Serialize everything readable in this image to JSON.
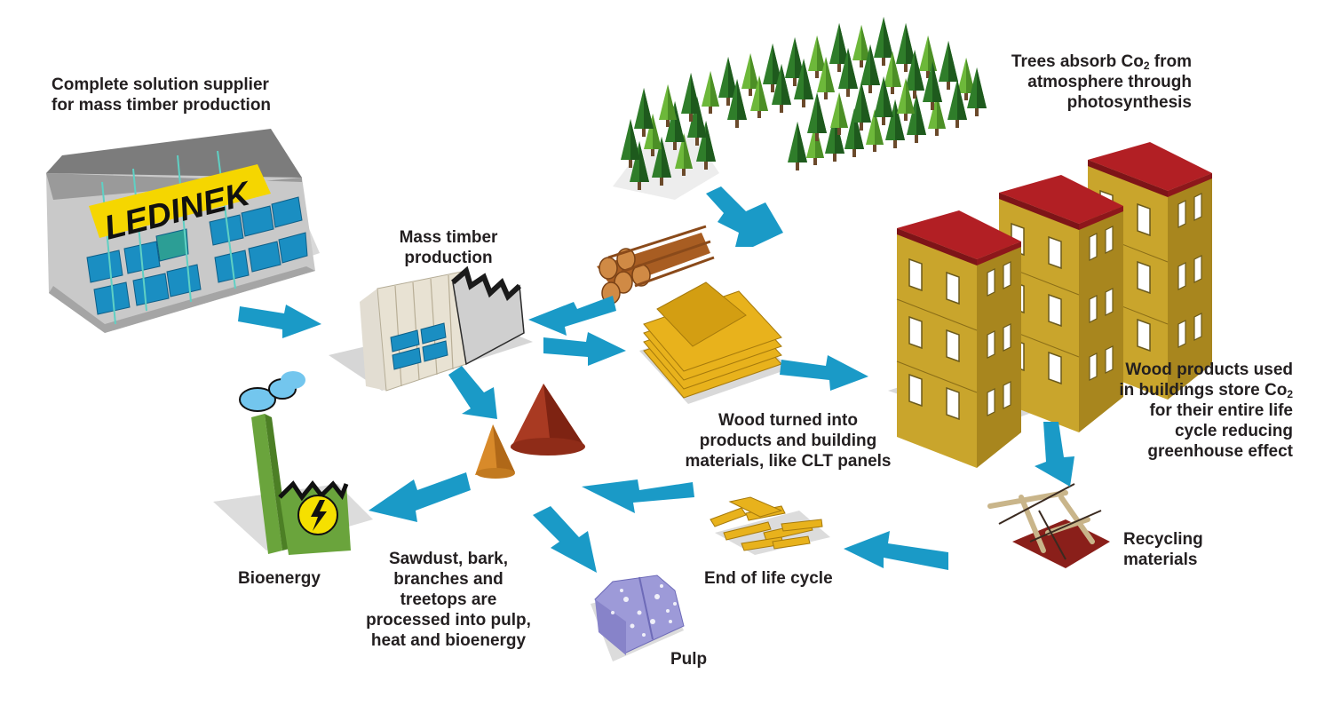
{
  "brand": {
    "logo_text": "LEDINEK"
  },
  "colors": {
    "arrow": "#1a9ac7",
    "roof": "#b21f24",
    "building_wall": "#c9a52c",
    "panel": "#e8b21c",
    "log": "#c8772f",
    "pulp": "#9d9ad8",
    "chimney": "#6aa43c",
    "window": "#1a8ec2"
  },
  "labels": {
    "supplier": [
      "Complete solution supplier",
      "for mass timber production"
    ],
    "mass_timber": [
      "Mass timber",
      "production"
    ],
    "trees": {
      "line1_a": "Trees absorb Co",
      "line1_sub": "2",
      "line1_b": " from",
      "line2": "atmosphere through",
      "line3": "photosynthesis"
    },
    "buildings": {
      "line1": "Wood products used",
      "line2_a": "in buildings store Co",
      "line2_sub": "2",
      "line3": "for their entire life",
      "line4": "cycle reducing",
      "line5": "greenhouse effect"
    },
    "wood_products": [
      "Wood turned into",
      "products and building",
      "materials, like CLT panels"
    ],
    "bioenergy": "Bioenergy",
    "sawdust": [
      "Sawdust, bark,",
      "branches and",
      "treetops are",
      "processed into pulp,",
      "heat and bioenergy"
    ],
    "end_of_life": "End of life cycle",
    "recycling": [
      "Recycling",
      "materials"
    ],
    "pulp": "Pulp"
  },
  "icons": [
    "factory-icon",
    "mill-icon",
    "forest-icon",
    "log-pile-icon",
    "clt-panel-stack-icon",
    "building-icon",
    "sawdust-cone-icon",
    "power-plant-icon",
    "pulp-block-icon",
    "scrap-planks-icon",
    "demolition-debris-icon",
    "flow-arrow-icon"
  ]
}
